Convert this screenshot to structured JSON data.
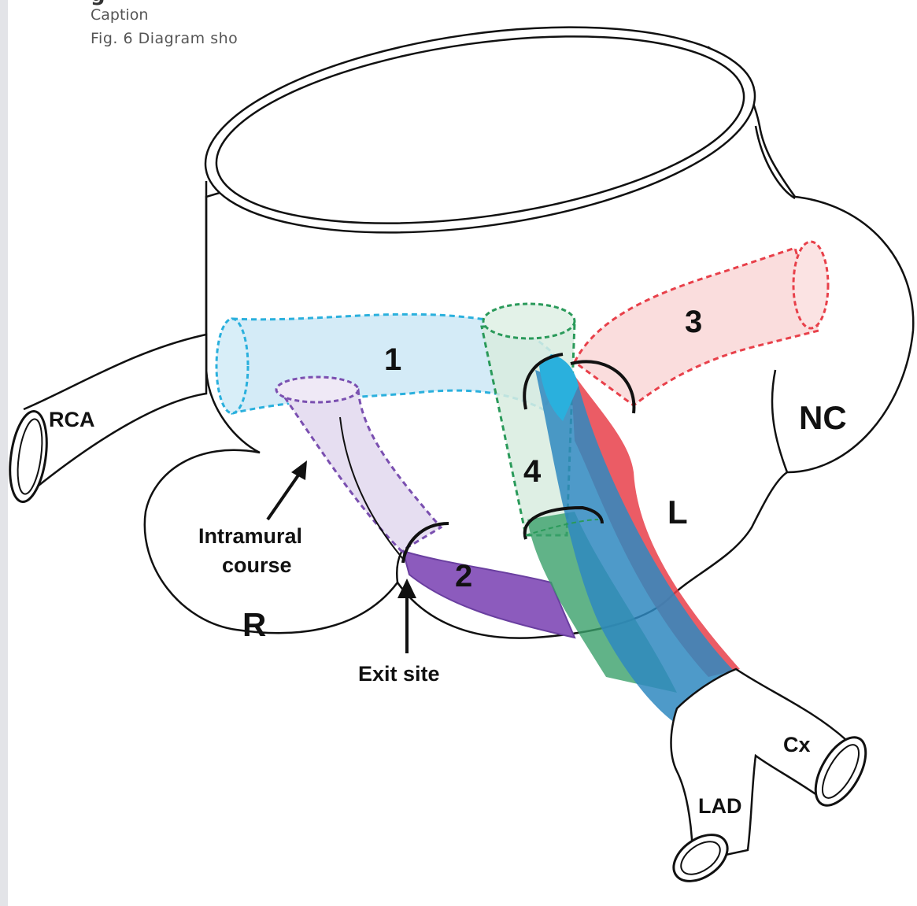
{
  "caption": {
    "heading": "g",
    "label": "Caption",
    "text": "Fig. 6 Diagram sho"
  },
  "diagram": {
    "labels": {
      "rca": "RCA",
      "nc": "NC",
      "l": "L",
      "r": "R",
      "cx": "Cx",
      "lad": "LAD",
      "intramural_line1": "Intramural",
      "intramural_line2": "course",
      "exit_site": "Exit site"
    },
    "course_numbers": [
      "1",
      "2",
      "3",
      "4"
    ],
    "colors": {
      "course1": "#2ab0dd",
      "course2": "#7a4fb0",
      "course3": "#e8404a",
      "course4": "#2a9a5a",
      "outline": "#111111"
    }
  }
}
